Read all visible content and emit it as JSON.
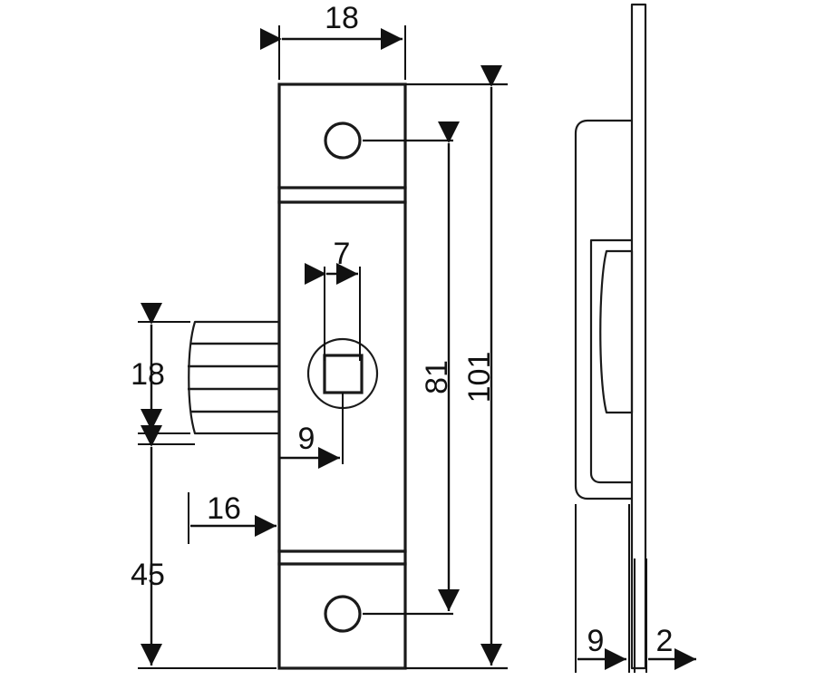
{
  "drawing": {
    "title": "Mortise lock body technical drawing",
    "units_note": "",
    "stroke_color": "#1a1a1a",
    "text_color": "#111111",
    "background_color": "#ffffff"
  },
  "dimensions": {
    "width_top": "18",
    "spindle_square": "7",
    "spindle_offset": "9",
    "knob_height": "18",
    "backset": "16",
    "lower_height": "45",
    "hole_to_hole": "81",
    "faceplate_length": "101",
    "case_depth": "9",
    "faceplate_thickness": "2"
  },
  "views": {
    "front": {
      "name": "front-view",
      "features": [
        "top-fixing-hole",
        "upper-faceplate-band",
        "cylinder-circle",
        "spindle-square",
        "knurled-knob",
        "lower-faceplate-band",
        "bottom-fixing-hole"
      ]
    },
    "side": {
      "name": "side-view",
      "features": [
        "faceplate-strip",
        "lock-case-body",
        "latch-bolt-profile"
      ]
    }
  },
  "labels": [
    {
      "id": "dim-18-top",
      "value": "18",
      "orientation": "horizontal"
    },
    {
      "id": "dim-7",
      "value": "7",
      "orientation": "horizontal"
    },
    {
      "id": "dim-9",
      "value": "9",
      "orientation": "horizontal"
    },
    {
      "id": "dim-18-knob",
      "value": "18",
      "orientation": "horizontal"
    },
    {
      "id": "dim-16",
      "value": "16",
      "orientation": "horizontal"
    },
    {
      "id": "dim-45",
      "value": "45",
      "orientation": "horizontal"
    },
    {
      "id": "dim-81",
      "value": "81",
      "orientation": "vertical"
    },
    {
      "id": "dim-101",
      "value": "101",
      "orientation": "vertical"
    },
    {
      "id": "dim-9-side",
      "value": "9",
      "orientation": "horizontal"
    },
    {
      "id": "dim-2-side",
      "value": "2",
      "orientation": "horizontal"
    }
  ]
}
